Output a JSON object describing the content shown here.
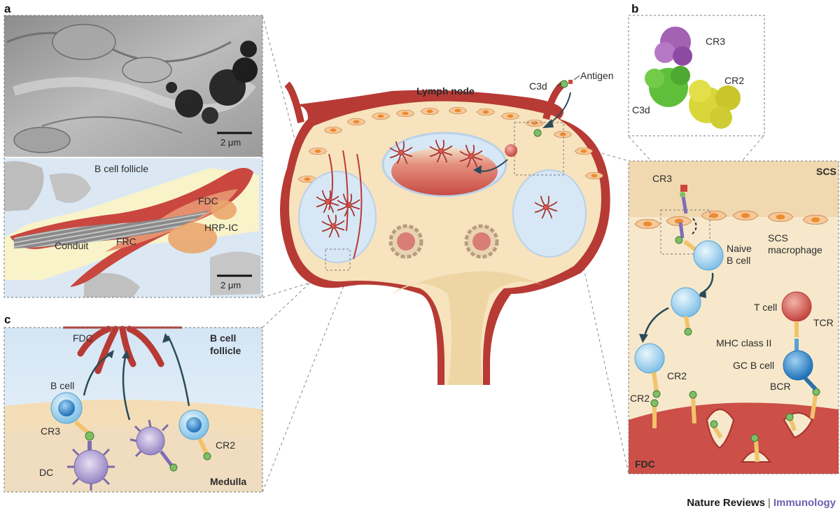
{
  "panels": {
    "a": "a",
    "b": "b",
    "c": "c"
  },
  "center": {
    "title": "Lymph node",
    "c3d": "C3d",
    "antigen": "Antigen"
  },
  "panel_a": {
    "scale_top": "2 μm",
    "scale_bottom": "2 μm",
    "b_cell_follicle": "B cell follicle",
    "fdc": "FDC",
    "hrp_ic": "HRP-IC",
    "conduit": "Conduit",
    "frc": "FRC"
  },
  "panel_b": {
    "cr3": "CR3",
    "c3d": "C3d",
    "cr2": "CR2",
    "scs": "SCS",
    "cr3_lower": "CR3",
    "naive_b_cell_1": "Naive",
    "naive_b_cell_2": "B cell",
    "scs_macrophage_1": "SCS",
    "scs_macrophage_2": "macrophage",
    "t_cell": "T cell",
    "tcr": "TCR",
    "mhc_class_ii": "MHC class II",
    "gc_b_cell": "GC B cell",
    "bcr": "BCR",
    "cr2_a": "CR2",
    "cr2_b": "CR2",
    "fdc": "FDC"
  },
  "panel_c": {
    "fdc": "FDC",
    "b_cell_follicle_1": "B cell",
    "b_cell_follicle_2": "follicle",
    "b_cell": "B cell",
    "cr3": "CR3",
    "cr2": "CR2",
    "dc": "DC",
    "medulla": "Medulla"
  },
  "footer": {
    "journal": "Nature Reviews",
    "separator": "|",
    "field": "Immunology"
  },
  "colors": {
    "capsule": "#b73a35",
    "follicle": "#d6e6f4",
    "node_fill": "#f7e3bd",
    "macrophage": "#f19a3e",
    "accent": "#6a63b0"
  }
}
